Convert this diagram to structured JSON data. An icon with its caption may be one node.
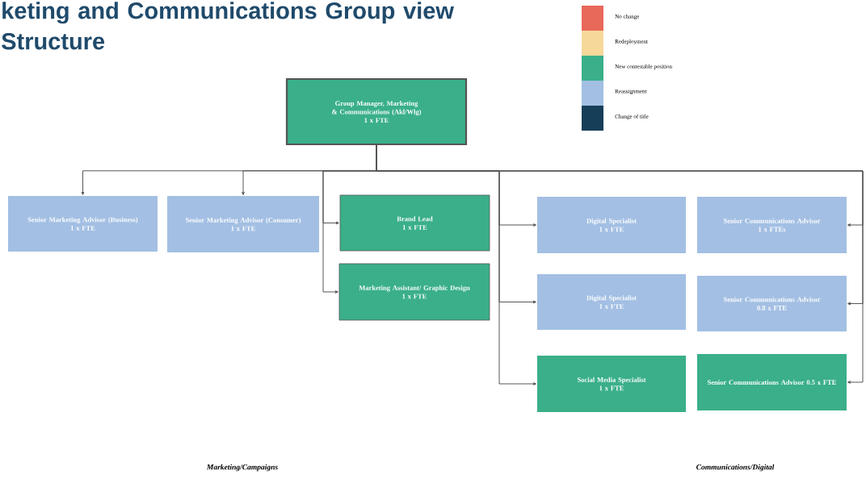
{
  "diagram": {
    "title": "keting and Communications Group view Structure",
    "nodes": [
      {
        "text": [
          "Group Manager, Marketing & Communications (Akl/Wlg)",
          "1 x FTE"
        ]
      },
      {
        "text": [
          "Senior Marketing Advisor (Business)",
          "1 x FTE"
        ]
      },
      {
        "text": [
          "Senior Marketing Advisor (Consumer)",
          "1 x FTE"
        ]
      },
      {
        "text": [
          "Brand Lead",
          "1 x FTE"
        ]
      },
      {
        "text": [
          "Marketing Assistant/ Graphic Design",
          "1 x FTE"
        ]
      },
      {
        "text": [
          "Digital Specialist",
          "1 x FTE"
        ]
      },
      {
        "text": [
          "Senior Communications Advisor",
          "1 x FTEs"
        ]
      },
      {
        "text": [
          "Digital Specialist",
          "1 x FTE"
        ]
      },
      {
        "text": [
          "Senior Communications Advisor",
          "0.8 x FTE"
        ]
      },
      {
        "text": [
          "Social Media Specialist",
          "1 x FTE"
        ]
      },
      {
        "text": [
          "Senior Communications Advisor 0.5 x FTE"
        ]
      }
    ],
    "edges": [
      {
        "from": 0,
        "to": 1,
        "arrow": "to"
      },
      {
        "from": 0,
        "to": 2,
        "arrow": "to"
      },
      {
        "from": 0,
        "to": 3,
        "arrow": "to"
      },
      {
        "from": 0,
        "to": 4,
        "arrow": "to"
      },
      {
        "from": 0,
        "to": 5,
        "arrow": "to"
      },
      {
        "from": 0,
        "to": 6,
        "arrow": "to"
      },
      {
        "from": 0,
        "to": 7,
        "arrow": "to"
      },
      {
        "from": 0,
        "to": 8,
        "arrow": "to"
      },
      {
        "from": 0,
        "to": 9,
        "arrow": "to"
      },
      {
        "from": 0,
        "to": 10,
        "arrow": "to"
      }
    ],
    "labels": [
      "Marketing/Campaigns",
      "Communications/Digital"
    ],
    "legend": [
      {
        "text": "No change",
        "color": "#e8685a"
      },
      {
        "text": "Redeployment",
        "color": "#f6d89a"
      },
      {
        "text": "New contestable position",
        "color": "#3aaf8a"
      },
      {
        "text": "Reassignment",
        "color": "#a3bfe3"
      },
      {
        "text": "Change of title",
        "color": "#173e58"
      }
    ]
  }
}
